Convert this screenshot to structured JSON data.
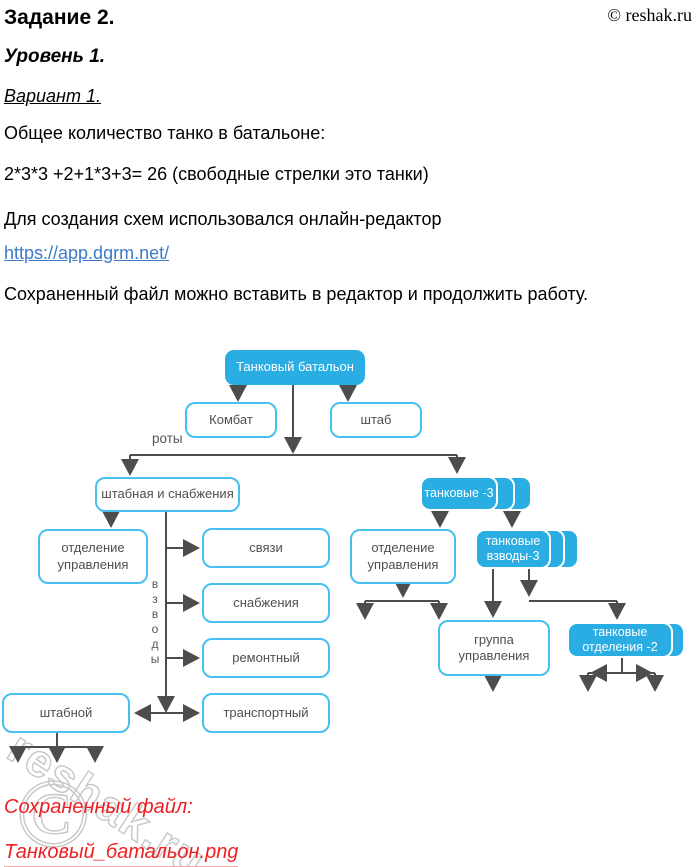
{
  "page": {
    "title": "Задание 2.",
    "copyright": "© reshak.ru",
    "level": "Уровень 1.",
    "variant": "Вариант 1.",
    "paragraphs": {
      "total": "Общее количество танко в батальоне:",
      "formula": "2*3*3 +2+1*3+3= 26 (свободные стрелки это танки)",
      "editor_note": "Для создания схем использовался онлайн-редактор",
      "editor_link": "https://app.dgrm.net/",
      "save_note": "Сохраненный файл можно вставить в редактор и продолжить работу."
    }
  },
  "diagram": {
    "nodes": {
      "battalion": "Танковый батальон",
      "kombat": "Комбат",
      "shtab": "штаб",
      "shtabnaya": "штабная и снабжения",
      "otdelenie_upr_left": "отделение управления",
      "svyazi": "связи",
      "snabzheniya": "снабжения",
      "remontny": "ремонтный",
      "transportny": "транспортный",
      "shtabnoy": "штабной",
      "tankovye": "танковые -3",
      "otdelenie_upr_right": "отделение управления",
      "tank_vzvody": "танковые взводы-3",
      "gruppa_upr": "группа управления",
      "tank_otdeleniya": "танковые отделения -2"
    },
    "labels": {
      "roty": "роты",
      "vzvody": "взводы"
    },
    "colors": {
      "node_blue": "#29ade3",
      "node_border": "#45c0f0",
      "connector": "#4d4d4d",
      "link_blue": "#3b7bc8",
      "red": "#ee2024"
    }
  },
  "watermark": {
    "text": "reshak.ru",
    "symbol": "©"
  },
  "footer": {
    "saved_label": "Сохраненный файл:",
    "saved_file": "Танковый_батальон.png"
  }
}
